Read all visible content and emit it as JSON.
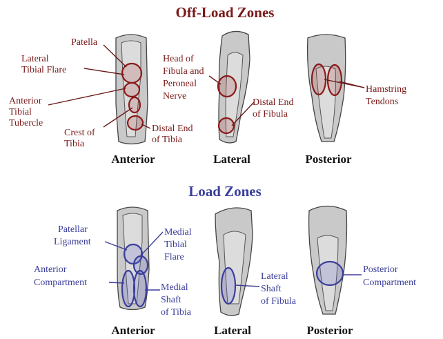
{
  "offload": {
    "title": "Off-Load Zones",
    "patella": "Patella",
    "lateral_tibial_flare": [
      "Lateral",
      "Tibial Flare"
    ],
    "anterior_tibial_tubercle": [
      "Anterior",
      "Tibial",
      "Tubercle"
    ],
    "crest_of_tibia": [
      "Crest of",
      "Tibia"
    ],
    "distal_end_tibia": [
      "Distal End",
      "of Tibia"
    ],
    "head_fibula": [
      "Head of",
      "Fibula and",
      "Peroneal",
      "Nerve"
    ],
    "distal_end_fibula": [
      "Distal End",
      "of Fibula"
    ],
    "hamstring": [
      "Hamstring",
      "Tendons"
    ],
    "views": [
      "Anterior",
      "Lateral",
      "Posterior"
    ]
  },
  "load": {
    "title": "Load Zones",
    "patellar_ligament": [
      "Patellar",
      "Ligament"
    ],
    "medial_tibial_flare": [
      "Medial",
      "Tibial",
      "Flare"
    ],
    "anterior_compartment": [
      "Anterior",
      "Compartment"
    ],
    "medial_shaft_tibia": [
      "Medial",
      "Shaft",
      "of Tibia"
    ],
    "lateral_shaft_fibula": [
      "Lateral",
      "Shaft",
      "of Fibula"
    ],
    "posterior_compartment": [
      "Posterior",
      "Compartment"
    ],
    "views": [
      "Anterior",
      "Lateral",
      "Posterior"
    ]
  },
  "colors": {
    "offload": "#7a1a1a",
    "load": "#3b3f9a"
  }
}
